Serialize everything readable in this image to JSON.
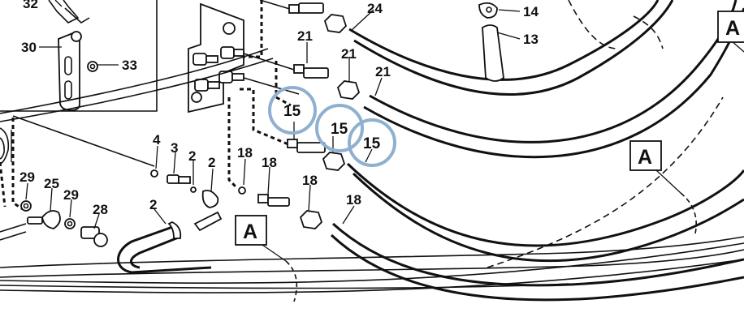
{
  "diagram": {
    "highlight_color": "#8fb0cf",
    "callouts": [
      "32",
      "30",
      "33",
      "24",
      "21",
      "21",
      "21",
      "15",
      "15",
      "15",
      "14",
      "13",
      "4",
      "3",
      "2",
      "2",
      "2",
      "18",
      "18",
      "18",
      "18",
      "29",
      "25",
      "29",
      "28"
    ],
    "section_markers": [
      "A",
      "A",
      "A"
    ]
  }
}
